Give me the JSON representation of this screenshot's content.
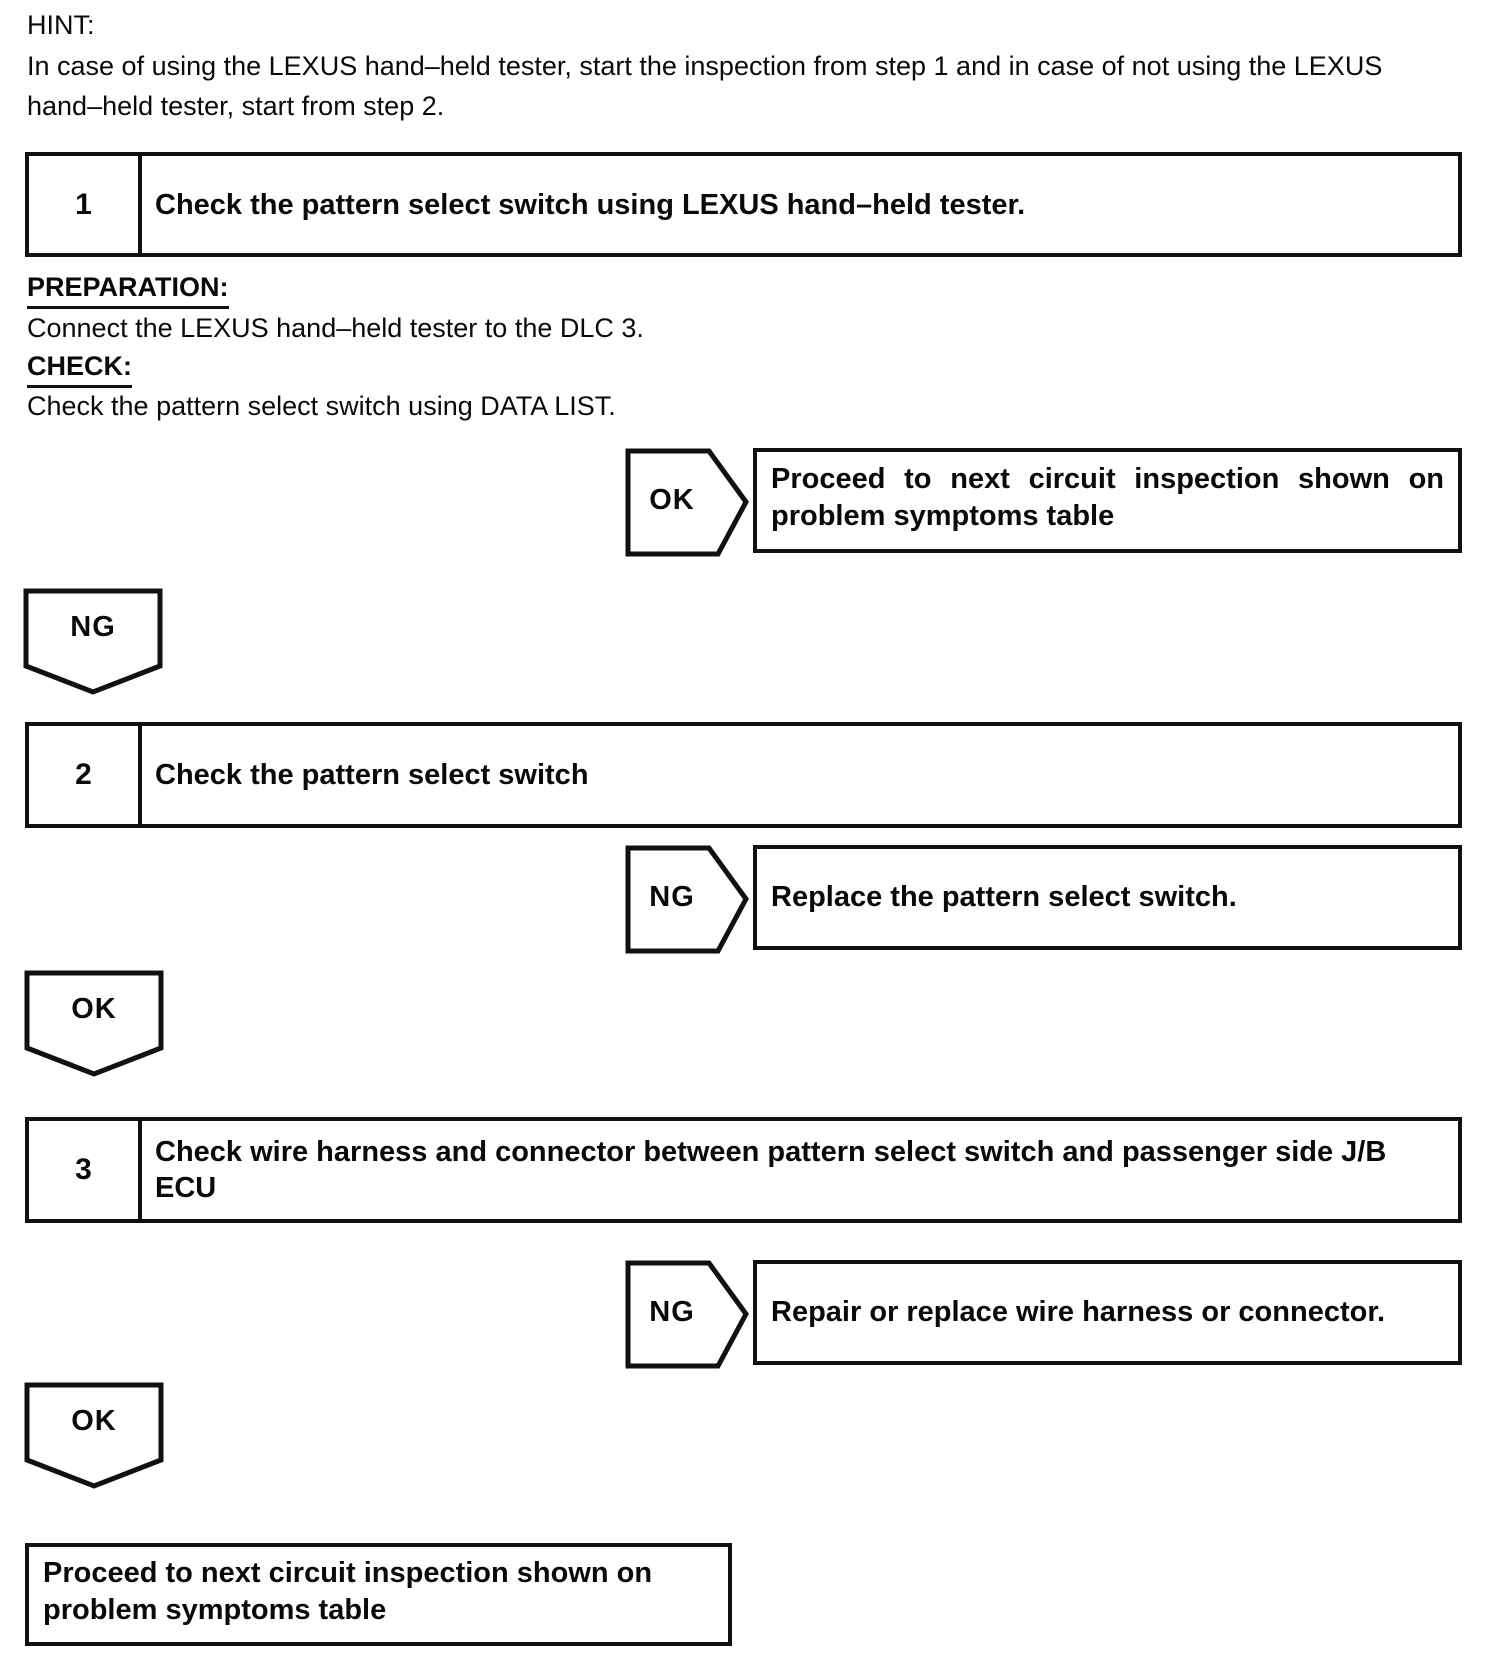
{
  "hint": {
    "label": "HINT:",
    "body": "In case of using the LEXUS hand–held tester, start the inspection from step 1 and in case of not using the LEXUS hand–held tester, start from step 2."
  },
  "step1": {
    "number": "1",
    "title": "Check the pattern select switch using LEXUS hand–held tester.",
    "preparation_label": "PREPARATION:",
    "preparation_text": "Connect the LEXUS hand–held tester to the DLC 3.",
    "check_label": "CHECK:",
    "check_text": "Check the pattern select switch using DATA LIST.",
    "ok": {
      "label": "OK",
      "result": "Proceed to next circuit inspection shown on problem symptoms table"
    }
  },
  "connector_after_step1": {
    "label": "NG"
  },
  "step2": {
    "number": "2",
    "title": "Check the pattern select switch",
    "ng": {
      "label": "NG",
      "result": "Replace the pattern select switch."
    }
  },
  "connector_after_step2": {
    "label": "OK"
  },
  "step3": {
    "number": "3",
    "title": "Check wire harness and connector between pattern select switch and passenger side J/B ECU",
    "ng": {
      "label": "NG",
      "result": "Repair or replace wire harness or connector."
    }
  },
  "connector_after_step3": {
    "label": "OK"
  },
  "final": {
    "result": "Proceed to next circuit inspection shown on problem symptoms table"
  },
  "colors": {
    "ink": "#111111",
    "paper": "#ffffff"
  }
}
